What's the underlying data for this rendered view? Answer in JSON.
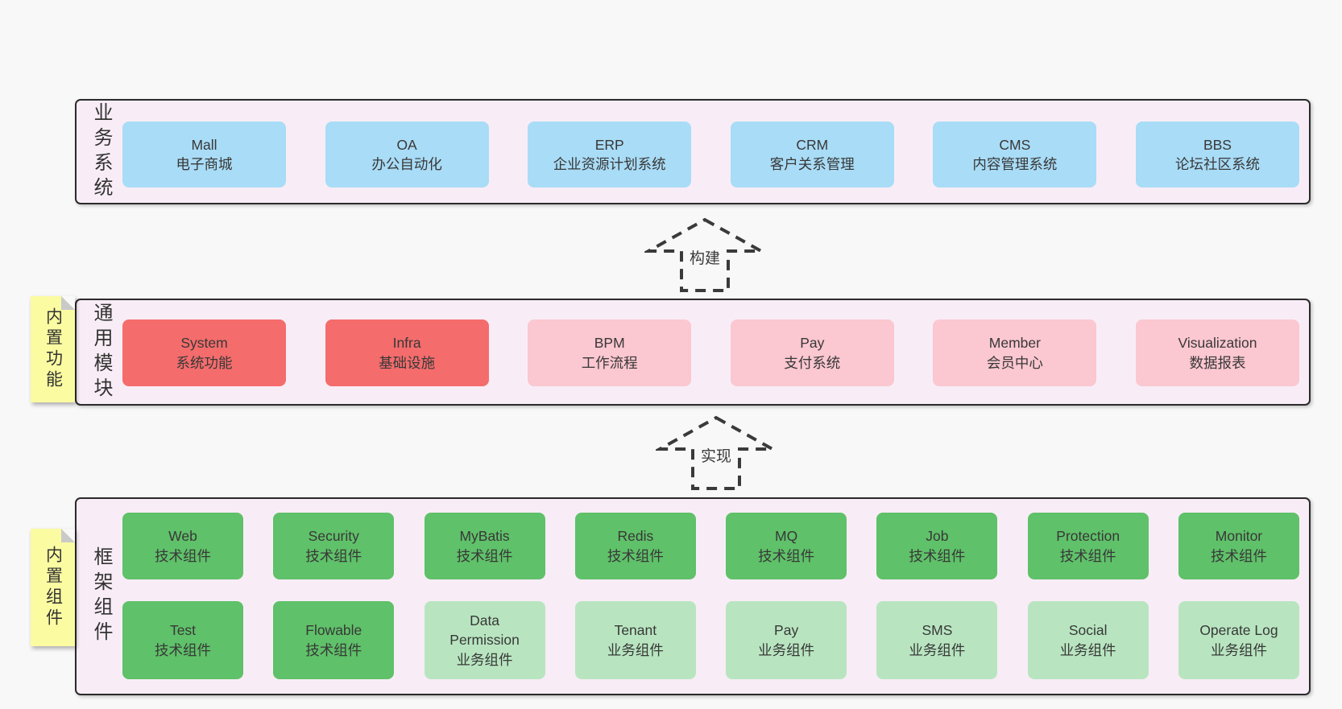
{
  "palette": {
    "page_background": "#f8f8f8",
    "layer_background": "#f8edf6",
    "layer_border": "#2b2b2b",
    "blue_box": "#a9dcf6",
    "red_box": "#f56c6c",
    "pink_box": "#fbc7d0",
    "green_box": "#5fc169",
    "light_green_box": "#b8e5c0",
    "note_yellow": "#fbfba2",
    "text": "#383838"
  },
  "arrows": [
    {
      "label": "构建"
    },
    {
      "label": "实现"
    }
  ],
  "layers": [
    {
      "label": "业务系统",
      "items": [
        {
          "title": "Mall",
          "subtitle": "电子商城"
        },
        {
          "title": "OA",
          "subtitle": "办公自动化"
        },
        {
          "title": "ERP",
          "subtitle": "企业资源计划系统"
        },
        {
          "title": "CRM",
          "subtitle": "客户关系管理"
        },
        {
          "title": "CMS",
          "subtitle": "内容管理系统"
        },
        {
          "title": "BBS",
          "subtitle": "论坛社区系统"
        }
      ]
    },
    {
      "label": "通用模块",
      "note": "内置功能",
      "items": [
        {
          "title": "System",
          "subtitle": "系统功能"
        },
        {
          "title": "Infra",
          "subtitle": "基础设施"
        },
        {
          "title": "BPM",
          "subtitle": "工作流程"
        },
        {
          "title": "Pay",
          "subtitle": "支付系统"
        },
        {
          "title": "Member",
          "subtitle": "会员中心"
        },
        {
          "title": "Visualization",
          "subtitle": "数据报表"
        }
      ]
    },
    {
      "label": "框架组件",
      "note": "内置组件",
      "row1": [
        {
          "title": "Web",
          "subtitle": "技术组件"
        },
        {
          "title": "Security",
          "subtitle": "技术组件"
        },
        {
          "title": "MyBatis",
          "subtitle": "技术组件"
        },
        {
          "title": "Redis",
          "subtitle": "技术组件"
        },
        {
          "title": "MQ",
          "subtitle": "技术组件"
        },
        {
          "title": "Job",
          "subtitle": "技术组件"
        },
        {
          "title": "Protection",
          "subtitle": "技术组件"
        },
        {
          "title": "Monitor",
          "subtitle": "技术组件"
        }
      ],
      "row2": [
        {
          "title": "Test",
          "subtitle": "技术组件"
        },
        {
          "title": "Flowable",
          "subtitle": "技术组件"
        },
        {
          "title": "Data\nPermission",
          "subtitle": "业务组件"
        },
        {
          "title": "Tenant",
          "subtitle": "业务组件"
        },
        {
          "title": "Pay",
          "subtitle": "业务组件"
        },
        {
          "title": "SMS",
          "subtitle": "业务组件"
        },
        {
          "title": "Social",
          "subtitle": "业务组件"
        },
        {
          "title": "Operate Log",
          "subtitle": "业务组件"
        }
      ]
    }
  ]
}
